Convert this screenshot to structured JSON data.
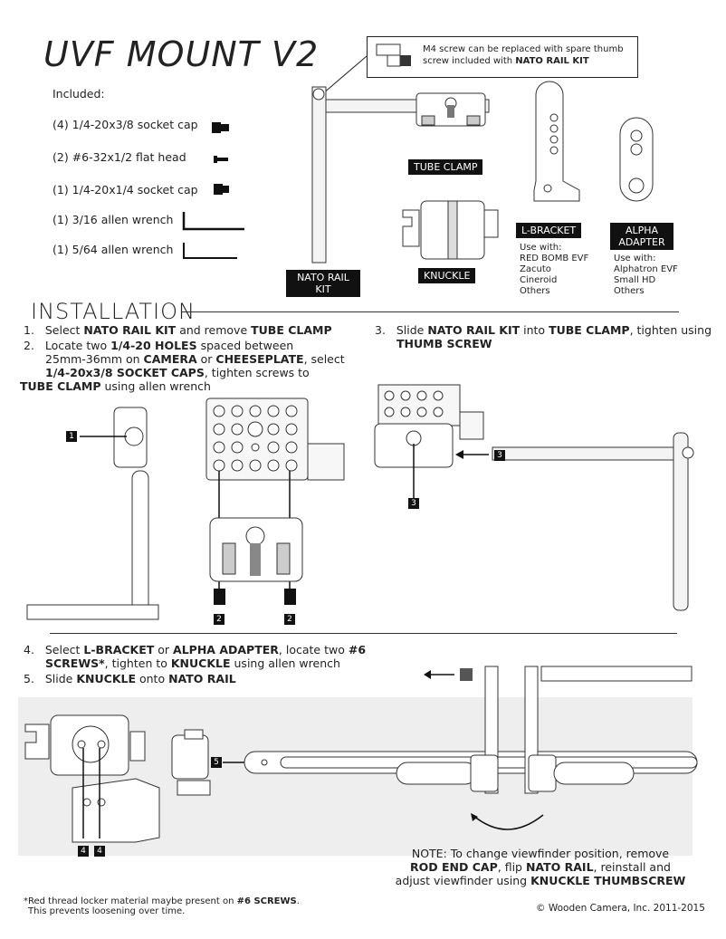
{
  "title": "UVF MOUNT V2",
  "included": {
    "heading": "Included:",
    "items": [
      "(4) 1/4-20x3/8 socket cap",
      "(2) #6-32x1/2 flat head",
      "(1) 1/4-20x1/4 socket cap",
      "(1) 3/16 allen wrench",
      "(1) 5/64 allen wrench"
    ]
  },
  "callout": {
    "line1": "M4 screw can be replaced with spare thumb",
    "line2_a": "screw included with ",
    "line2_b": "NATO RAIL KIT"
  },
  "parts": {
    "tube_clamp": "TUBE CLAMP",
    "knuckle": "KNUCKLE",
    "nato_rail_kit_1": "NATO RAIL",
    "nato_rail_kit_2": "KIT",
    "l_bracket": "L-BRACKET",
    "alpha_1": "ALPHA",
    "alpha_2": "ADAPTER"
  },
  "l_bracket_use": [
    "Use with:",
    "RED BOMB EVF",
    "Zacuto",
    "Cineroid",
    "Others"
  ],
  "alpha_use": [
    "Use with:",
    "Alphatron EVF",
    "Small HD",
    "Others"
  ],
  "installation": "INSTALLATION",
  "steps": {
    "s1_num": "1.",
    "s1": [
      "Select ",
      "NATO RAIL KIT",
      " and remove ",
      "TUBE CLAMP"
    ],
    "s2_num": "2.",
    "s2_l1": [
      "Locate two ",
      "1/4-20 HOLES",
      " spaced between"
    ],
    "s2_l2": [
      "25mm-36mm on ",
      "CAMERA",
      " or ",
      "CHEESEPLATE",
      ", select"
    ],
    "s2_l3": [
      "1/4-20x3/8 SOCKET CAPS",
      ", tighten screws to"
    ],
    "s2_l4": [
      "TUBE CLAMP",
      " using allen wrench"
    ],
    "s3_num": "3.",
    "s3_l1": [
      "Slide ",
      "NATO RAIL KIT",
      " into ",
      "TUBE CLAMP",
      ", tighten using"
    ],
    "s3_l2": [
      "THUMB SCREW"
    ],
    "s4_num": "4.",
    "s4_l1": [
      "Select ",
      "L-BRACKET",
      " or ",
      "ALPHA ADAPTER",
      ", locate two ",
      "#6"
    ],
    "s4_l2": [
      "SCREWS*",
      ", tighten to ",
      "KNUCKLE",
      " using allen wrench"
    ],
    "s5_num": "5.",
    "s5_l1": [
      "Slide ",
      "KNUCKLE",
      " onto ",
      "NATO RAIL"
    ]
  },
  "badges": {
    "b1": "1",
    "b2": "2",
    "b3": "3",
    "b4": "4",
    "b5": "5"
  },
  "note": {
    "l1": "NOTE: To change viewfinder position, remove",
    "l2": [
      "ROD END CAP",
      ", flip ",
      "NATO RAIL",
      ", reinstall and"
    ],
    "l3": [
      "adjust viewfinder using ",
      "KNUCKLE THUMBSCREW"
    ]
  },
  "footnote": {
    "l1_a": "*Red thread locker material maybe present on ",
    "l1_b": "#6 SCREWS",
    "l1_c": ".",
    "l2": "This prevents loosening over time."
  },
  "copyright": "© Wooden Camera, Inc. 2011-2015",
  "colors": {
    "ink": "#111111",
    "gray": "#bbbbbb",
    "light": "#e9e9e9",
    "background": "#ffffff"
  }
}
